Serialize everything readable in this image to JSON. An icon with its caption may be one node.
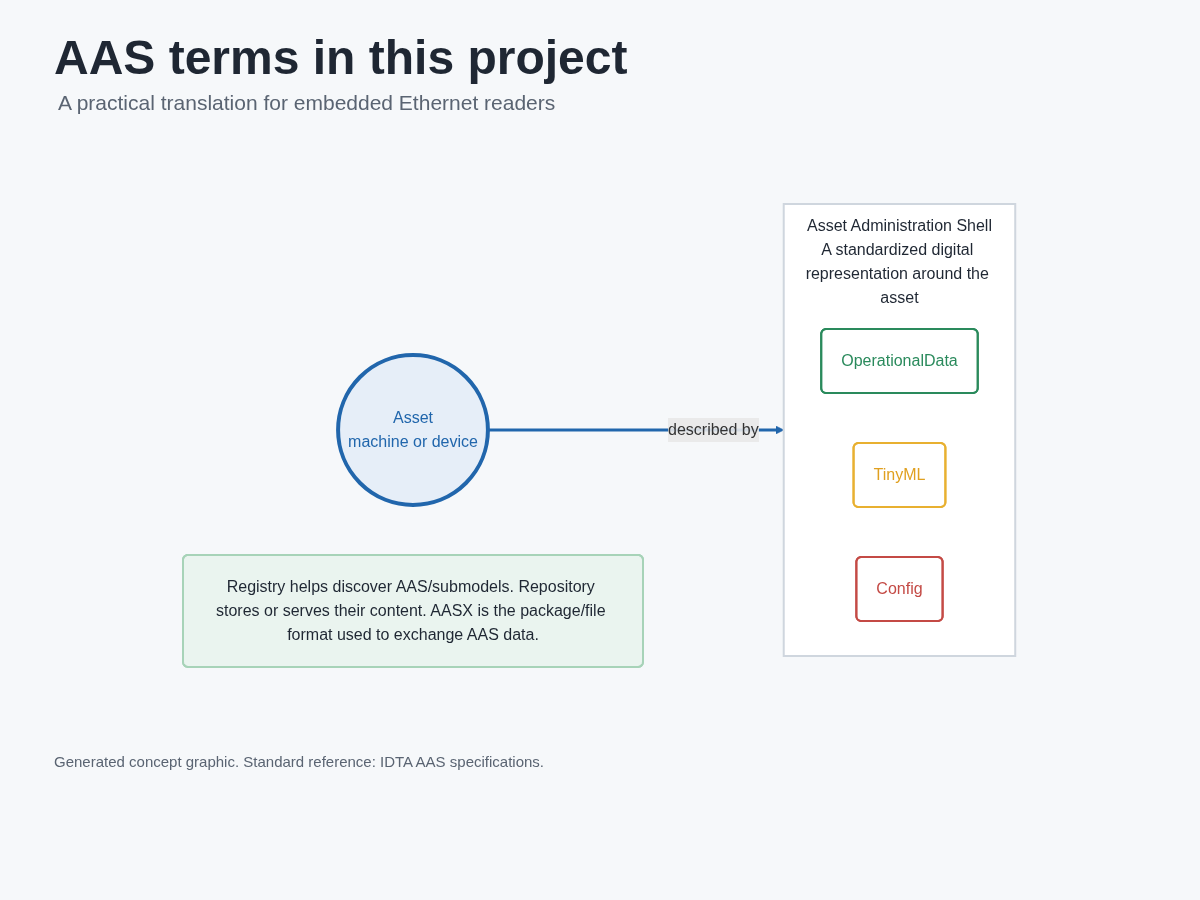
{
  "diagram": {
    "title": "AAS terms in this project",
    "caption": "Generated concept graphic. Standard reference: IDTA AAS specifications.",
    "nodes": [
      {
        "text": [
          "Asset",
          "machine or device"
        ]
      },
      {
        "text": [
          "Asset Administration Shell",
          "A standardized digital representation around the asset"
        ]
      },
      {
        "text": [
          "OperationalData"
        ],
        "in": 1
      },
      {
        "text": [
          "TinyML"
        ],
        "in": 1
      },
      {
        "text": [
          "Config"
        ],
        "in": 1
      },
      {
        "text": [
          "Registry helps discover AAS/submodels. Repository stores or serves their content. AASX is the package/file format used to exchange AAS data."
        ]
      }
    ],
    "edges": [
      {
        "from": 0,
        "to": 1,
        "arrow": "to",
        "label": "described by"
      }
    ],
    "labels": [
      "A practical translation for embedded Ethernet readers"
    ]
  }
}
